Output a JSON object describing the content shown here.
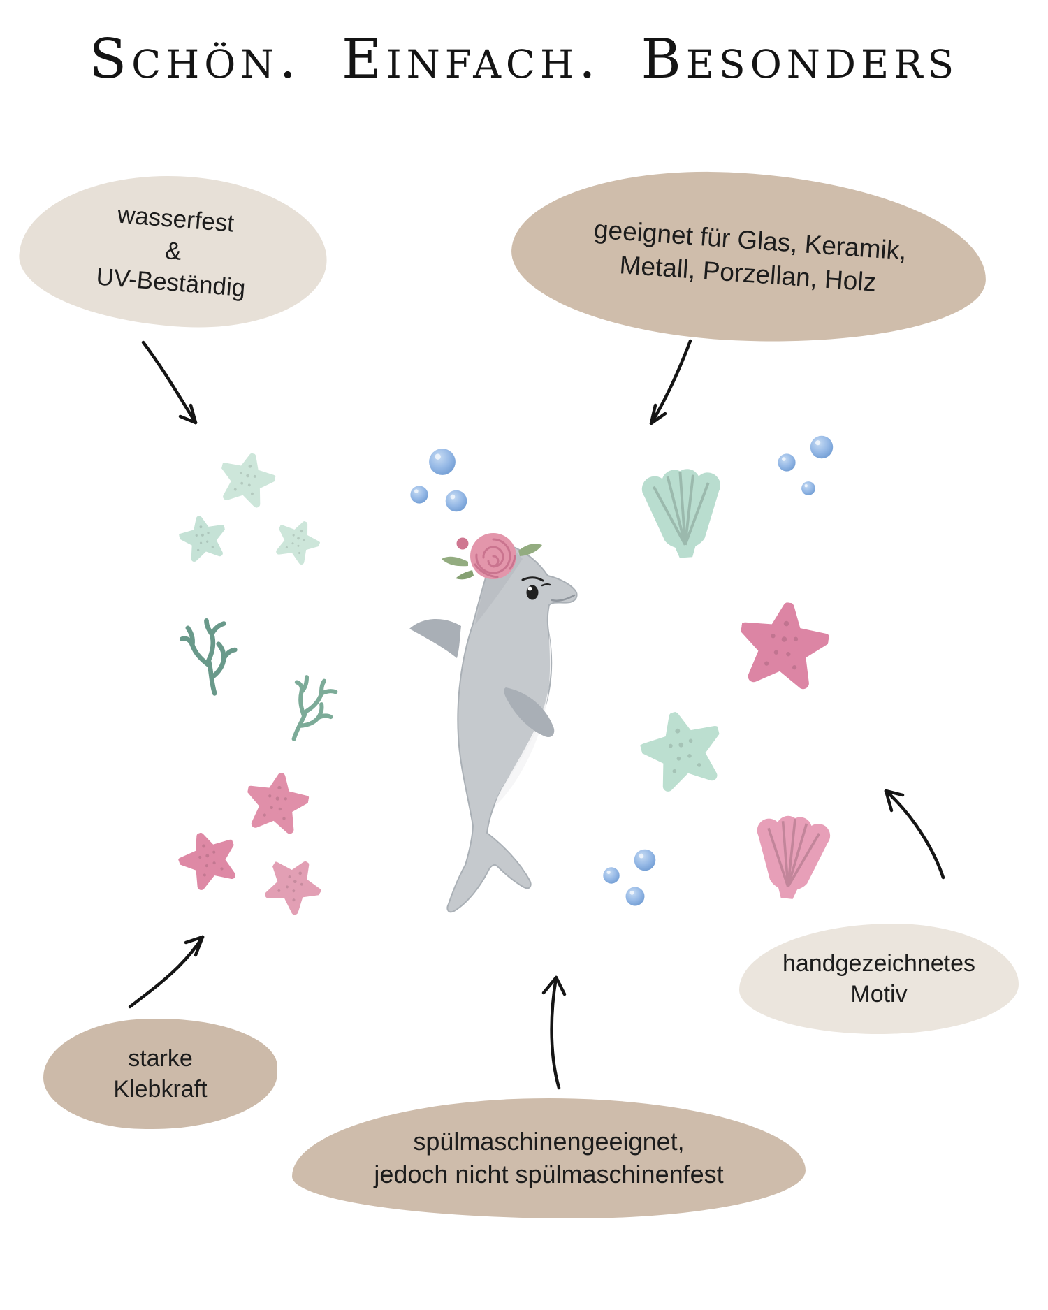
{
  "title": "Schön. Einfach. Besonders",
  "callouts": {
    "waterproof": {
      "lines": [
        "wasserfest",
        "&",
        "UV-Beständig"
      ]
    },
    "materials": {
      "lines": [
        "geeignet für Glas, Keramik,",
        "Metall, Porzellan, Holz"
      ]
    },
    "handdrawn": {
      "lines": [
        "handgezeichnetes",
        "Motiv"
      ]
    },
    "adhesive": {
      "lines": [
        "starke",
        "Klebkraft"
      ]
    },
    "dishwasher": {
      "lines": [
        "spülmaschinengeeignet,",
        "jedoch nicht spülmaschinenfest"
      ]
    }
  },
  "illustration": {
    "subject": "watercolor dolphin with rose, starfish, scallop shells, corals and bubbles"
  },
  "colors": {
    "background": "#ffffff",
    "text": "#1c1c1c",
    "blob_light": "#e7e0d7",
    "blob_tan": "#cfbdab",
    "mint": "#c5e2d6",
    "pink_starfish": "#e08fa9",
    "coral_green": "#6d9c8b",
    "bubble_blue": "#86acdd",
    "dolphin_gray": "#c5c9cd",
    "rose_pink": "#e396ab"
  }
}
